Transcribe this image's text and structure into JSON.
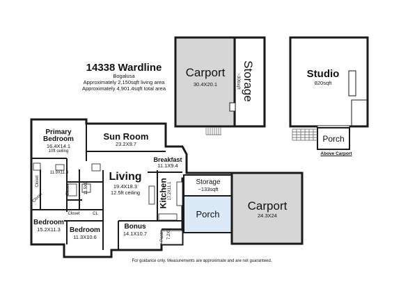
{
  "header": {
    "address": "14338 Wardline",
    "city": "Bogalusa",
    "living_area": "Approximately 2,150sqft living area",
    "total_area": "Approximately 4,901.4sqft total area"
  },
  "rooms": {
    "carport_top": {
      "name": "Carport",
      "dims": "30.4X20.1"
    },
    "storage_top": {
      "name": "Storage",
      "dims": "~306sqft"
    },
    "studio": {
      "name": "Studio",
      "dims": "820sqft"
    },
    "porch_above": {
      "name": "Porch",
      "caption": "Above Carport"
    },
    "sun_room": {
      "name": "Sun Room",
      "dims": "23.2X9.7"
    },
    "primary_bedroom": {
      "name": "Primary Bedroom",
      "line1": "Primary",
      "line2": "Bedroom",
      "dims": "16.4X14.1",
      "note": "10ft ceiling"
    },
    "bath_dims": "11.9X11.3",
    "closet_a": "Closet",
    "closet_b": "Closet",
    "closet_c": "Closet",
    "closet_d": "Closet",
    "closet_dims": "11.5X6",
    "cl": "CL",
    "living": {
      "name": "Living",
      "dims": "19.4X18.3",
      "note": "12.5ft ceiling"
    },
    "breakfast": {
      "name": "Breakfast",
      "dims": "11.1X9.4"
    },
    "kitchen": {
      "name": "Kitchen",
      "dims": "17.2X11.1"
    },
    "storage_mid": {
      "name": "Storage",
      "dims": "~133sqft"
    },
    "porch_mid": {
      "name": "Porch"
    },
    "carport_right": {
      "name": "Carport",
      "dims": "24.3X24"
    },
    "bedroom_a": {
      "name": "Bedroom",
      "dims": "15.2X11.3"
    },
    "bedroom_b": {
      "name": "Bedroom",
      "dims": "11.3X10.6"
    },
    "bonus": {
      "name": "Bonus",
      "dims": "14.1X10.7"
    },
    "pantry": "Pantry",
    "pantry_dims": "7.2X6"
  },
  "footer": "For guidance only. Measurements are approximate and are not guaranteed.",
  "colors": {
    "wall": "#1a1a1a",
    "gray_fill": "#d6d6d6",
    "blue_fill": "#dce9f7"
  }
}
